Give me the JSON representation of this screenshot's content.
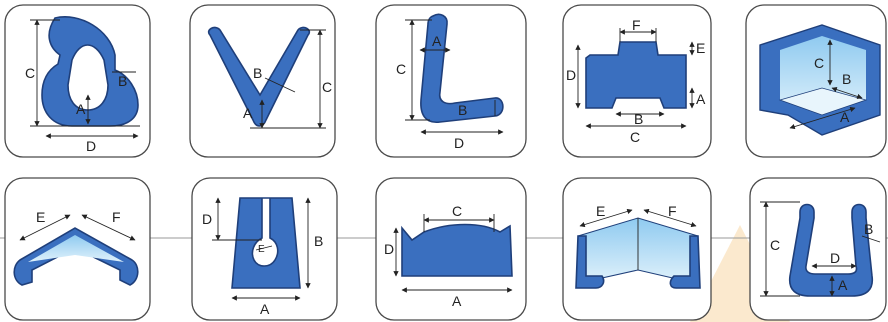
{
  "colors": {
    "shape": "#3a6fbf",
    "outline": "#1f3f7a",
    "light": "#bfe0f5",
    "card_border": "#4a4a4a"
  },
  "cards": [
    {
      "name": "u-clip",
      "labels": [
        "C",
        "B",
        "A",
        "D"
      ]
    },
    {
      "name": "v-profile",
      "labels": [
        "B",
        "C",
        "A"
      ]
    },
    {
      "name": "l-profile",
      "labels": [
        "A",
        "C",
        "B",
        "D"
      ]
    },
    {
      "name": "t-profile",
      "labels": [
        "F",
        "E",
        "D",
        "A",
        "B",
        "C"
      ]
    },
    {
      "name": "corner-cube",
      "labels": [
        "C",
        "B",
        "A"
      ]
    },
    {
      "name": "angle-guard",
      "labels": [
        "E",
        "F"
      ]
    },
    {
      "name": "slot-trapezoid",
      "labels": [
        "D",
        "B",
        "E",
        "A"
      ]
    },
    {
      "name": "arch-profile",
      "labels": [
        "C",
        "D",
        "A"
      ]
    },
    {
      "name": "corner-guard",
      "labels": [
        "E",
        "F"
      ]
    },
    {
      "name": "u-channel",
      "labels": [
        "C",
        "B",
        "D",
        "A"
      ]
    }
  ]
}
